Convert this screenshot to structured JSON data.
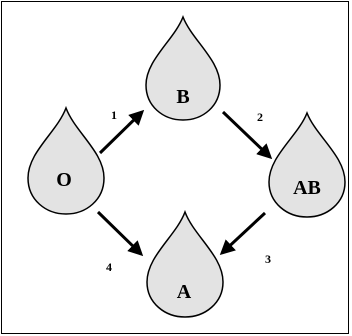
{
  "diagram": {
    "drops": {
      "o": {
        "label": "O"
      },
      "b": {
        "label": "B"
      },
      "ab": {
        "label": "AB"
      },
      "a": {
        "label": "A"
      }
    },
    "steps": [
      {
        "label": "1",
        "from": "O",
        "to": "B"
      },
      {
        "label": "2",
        "from": "B",
        "to": "AB"
      },
      {
        "label": "3",
        "from": "AB",
        "to": "A"
      },
      {
        "label": "4",
        "from": "O",
        "to": "A"
      }
    ],
    "colors": {
      "drop_fill": "#e3e3e3",
      "outline": "#000000",
      "arrow": "#000000"
    }
  }
}
